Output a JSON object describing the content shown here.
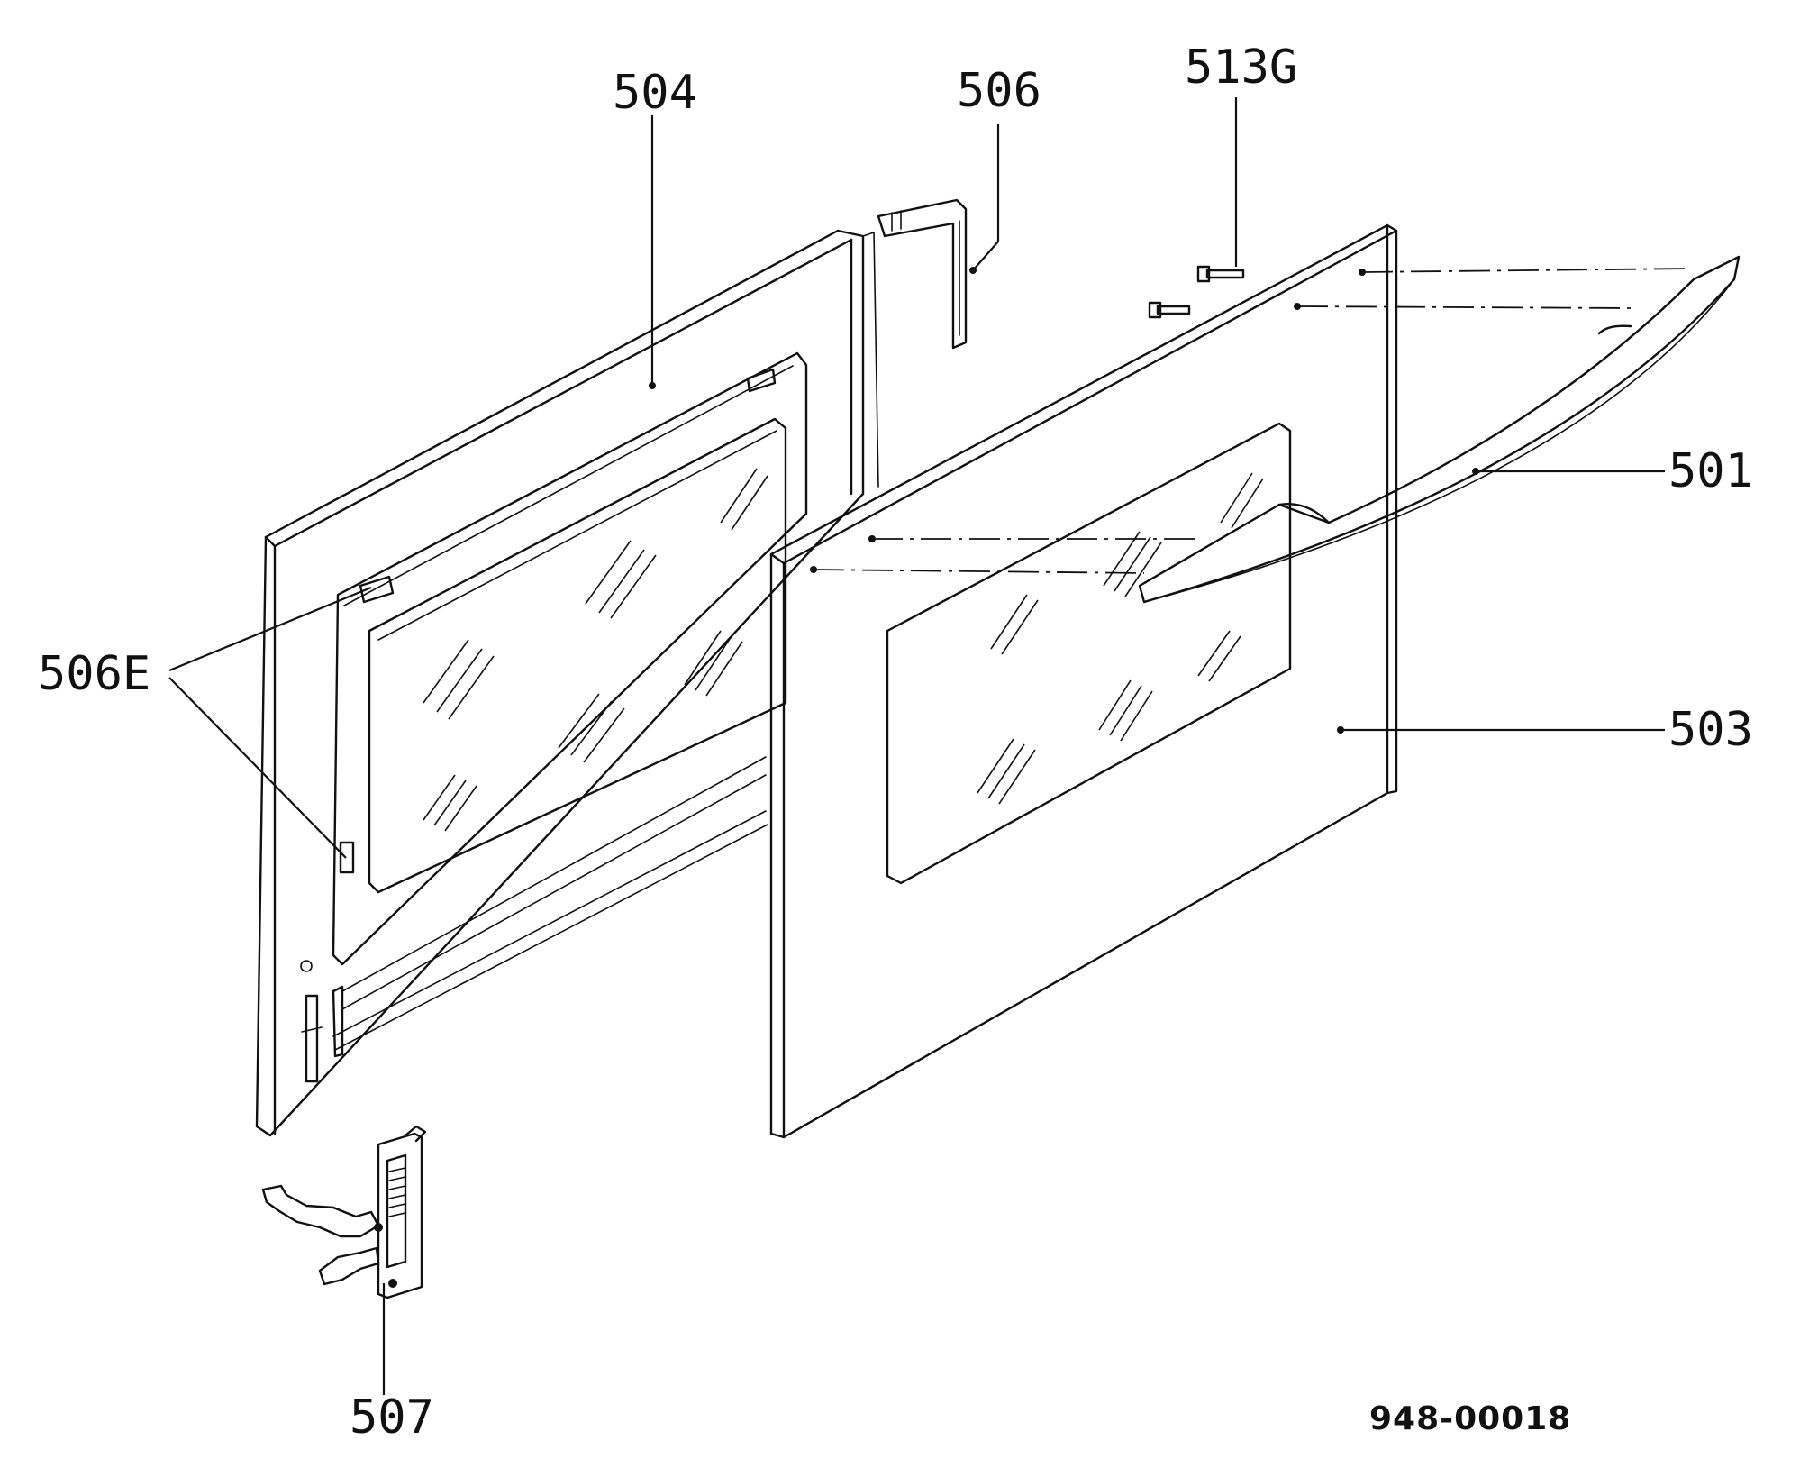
{
  "diagram": {
    "drawing_number": "948-00018",
    "parts": [
      {
        "id": "p501",
        "label": "501"
      },
      {
        "id": "p503",
        "label": "503"
      },
      {
        "id": "p504",
        "label": "504"
      },
      {
        "id": "p506",
        "label": "506"
      },
      {
        "id": "p506e",
        "label": "506E"
      },
      {
        "id": "p507",
        "label": "507"
      },
      {
        "id": "p513g",
        "label": "513G"
      }
    ]
  }
}
